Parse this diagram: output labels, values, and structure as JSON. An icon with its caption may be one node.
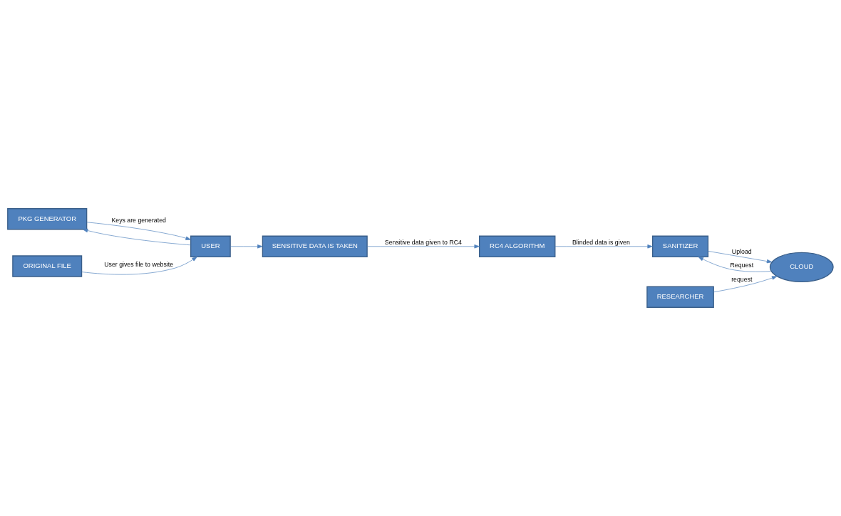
{
  "diagram": {
    "nodes": [
      {
        "text": [
          "PKG GENERATOR"
        ]
      },
      {
        "text": [
          "USER"
        ]
      },
      {
        "text": [
          "SENSITIVE DATA IS TAKEN"
        ]
      },
      {
        "text": [
          "RC4 ALGORITHM"
        ]
      },
      {
        "text": [
          "SANITIZER"
        ]
      },
      {
        "text": [
          "ORIGINAL FILE"
        ]
      },
      {
        "text": [
          "RESEARCHER"
        ]
      },
      {
        "text": [
          "CLOUD"
        ]
      }
    ],
    "edges": [
      {
        "from": 1,
        "to": 0,
        "arrow": "to"
      },
      {
        "from": 0,
        "to": 1,
        "arrow": "to",
        "label": "Keys are generated"
      },
      {
        "from": 1,
        "to": 2,
        "arrow": "to"
      },
      {
        "from": 5,
        "to": 1,
        "arrow": "to",
        "label": "User gives file to website"
      },
      {
        "from": 2,
        "to": 3,
        "arrow": "to",
        "label": "Sensitive data given to RC4"
      },
      {
        "from": 3,
        "to": 4,
        "arrow": "to",
        "label": "Blinded data is given"
      },
      {
        "from": 7,
        "to": 4,
        "arrow": "to",
        "label": "Request"
      },
      {
        "from": 4,
        "to": 7,
        "arrow": "to",
        "label": "Upload"
      },
      {
        "from": 6,
        "to": 7,
        "arrow": "to",
        "label": "request"
      }
    ]
  }
}
